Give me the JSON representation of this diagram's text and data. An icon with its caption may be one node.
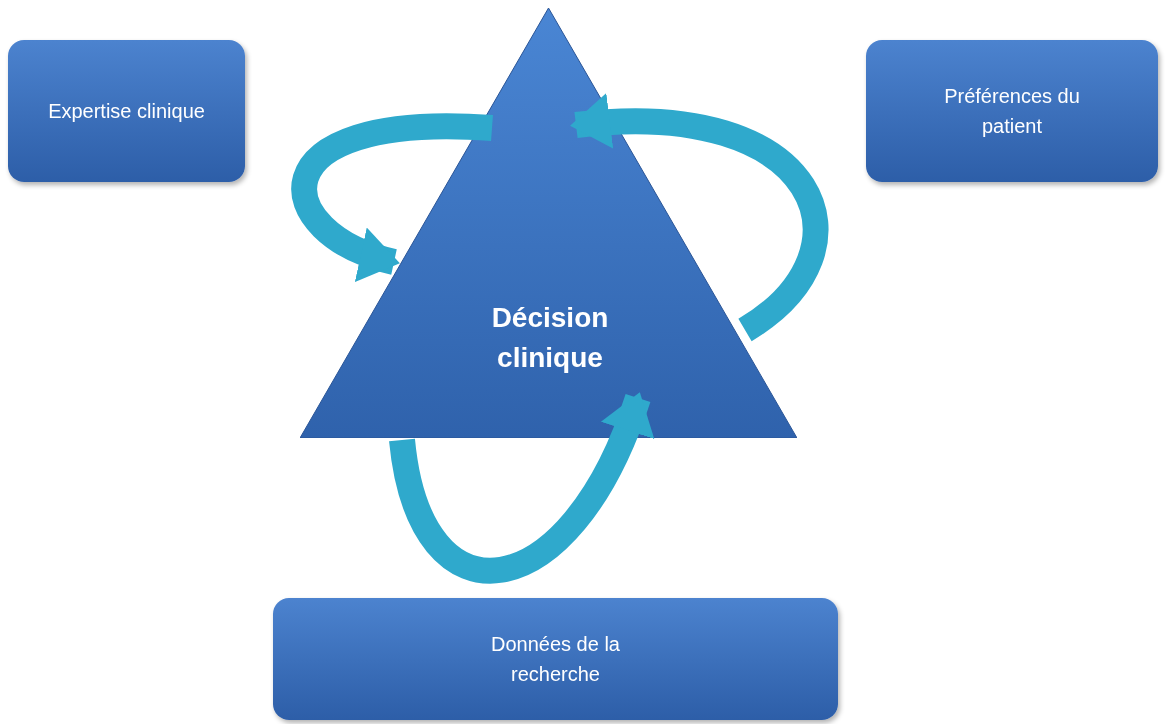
{
  "diagram": {
    "nodes": [
      {
        "text": [
          "Expertise clinique"
        ]
      },
      {
        "text": [
          "Préférences du patient"
        ]
      },
      {
        "text": [
          "Décision clinique"
        ]
      },
      {
        "text": [
          "Données de la recherche"
        ]
      }
    ],
    "edges": [
      {
        "from": null,
        "to": 2,
        "arrow": "to"
      },
      {
        "from": null,
        "to": 2,
        "arrow": "to"
      },
      {
        "from": null,
        "to": 2,
        "arrow": "to"
      }
    ]
  }
}
